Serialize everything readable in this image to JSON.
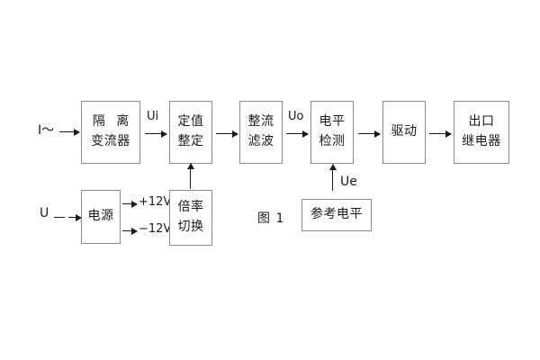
{
  "figure": {
    "caption": "图 1",
    "boxes": [
      {
        "id": "isolation-ct",
        "lines": [
          "隔 离",
          "变流器"
        ]
      },
      {
        "id": "setting-value",
        "lines": [
          "定值",
          "整定"
        ]
      },
      {
        "id": "rectify-filter",
        "lines": [
          "整流",
          "滤波"
        ]
      },
      {
        "id": "level-detect",
        "lines": [
          "电平",
          "检测"
        ]
      },
      {
        "id": "drive",
        "lines": [
          "驱动"
        ]
      },
      {
        "id": "output-relay",
        "lines": [
          "出口",
          "继电器"
        ]
      },
      {
        "id": "power-supply",
        "lines": [
          "电源"
        ]
      },
      {
        "id": "ratio-switch",
        "lines": [
          "倍率",
          "切换"
        ]
      },
      {
        "id": "reference-level",
        "lines": [
          "参考电平"
        ]
      }
    ],
    "signals": {
      "current_input": "I～",
      "ui": "Ui",
      "uo": "Uo",
      "ue": "Ue",
      "voltage_input": "U",
      "rail_positive": "+12V",
      "rail_negative": "−12V"
    }
  },
  "colors": {
    "stroke": "#8a8a8a",
    "text": "#1a1a1a",
    "arrow": "#1a1a1a",
    "background": "#ffffff"
  }
}
